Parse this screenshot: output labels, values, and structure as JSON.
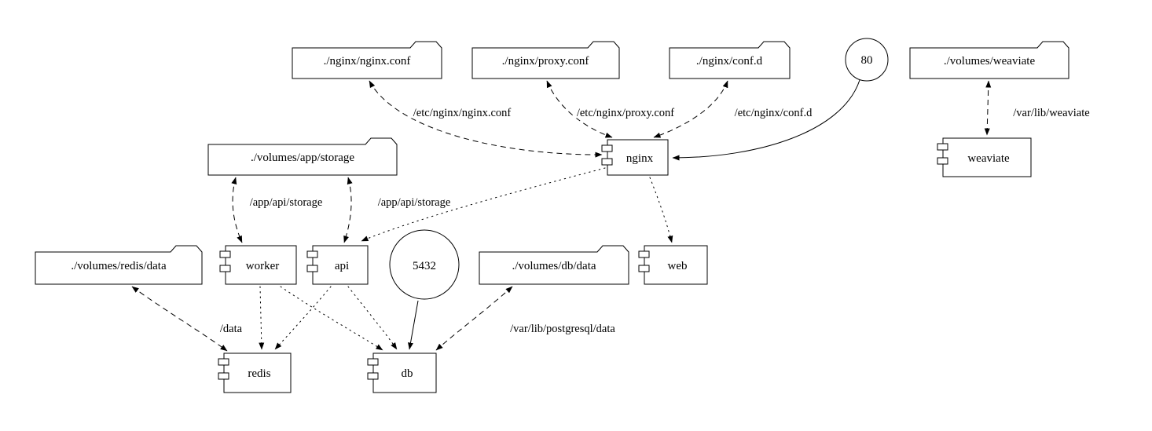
{
  "diagram": {
    "kind": "docker-compose service graph",
    "nodes": {
      "nginx_conf": {
        "label": "./nginx/nginx.conf",
        "type": "volume"
      },
      "proxy_conf": {
        "label": "./nginx/proxy.conf",
        "type": "volume"
      },
      "conf_d": {
        "label": "./nginx/conf.d",
        "type": "volume"
      },
      "port_80": {
        "label": "80",
        "type": "port"
      },
      "volumes_weaviate": {
        "label": "./volumes/weaviate",
        "type": "volume"
      },
      "app_storage": {
        "label": "./volumes/app/storage",
        "type": "volume"
      },
      "nginx": {
        "label": "nginx",
        "type": "service"
      },
      "weaviate": {
        "label": "weaviate",
        "type": "service"
      },
      "redis_data": {
        "label": "./volumes/redis/data",
        "type": "volume"
      },
      "worker": {
        "label": "worker",
        "type": "service"
      },
      "api": {
        "label": "api",
        "type": "service"
      },
      "port_5432": {
        "label": "5432",
        "type": "port"
      },
      "db_data": {
        "label": "./volumes/db/data",
        "type": "volume"
      },
      "web": {
        "label": "web",
        "type": "service"
      },
      "redis": {
        "label": "redis",
        "type": "service"
      },
      "db": {
        "label": "db",
        "type": "service"
      }
    },
    "edges": {
      "mount_nginx_conf": {
        "from": "nginx",
        "to": "nginx_conf",
        "label": "/etc/nginx/nginx.conf",
        "style": "dashed",
        "dir": "both"
      },
      "mount_proxy_conf": {
        "from": "nginx",
        "to": "proxy_conf",
        "label": "/etc/nginx/proxy.conf",
        "style": "dashed",
        "dir": "both"
      },
      "mount_conf_d": {
        "from": "nginx",
        "to": "conf_d",
        "label": "/etc/nginx/conf.d",
        "style": "dashed",
        "dir": "both"
      },
      "port_80_nginx": {
        "from": "port_80",
        "to": "nginx",
        "label": "",
        "style": "solid",
        "dir": "forward"
      },
      "mount_weaviate": {
        "from": "weaviate",
        "to": "volumes_weaviate",
        "label": "/var/lib/weaviate",
        "style": "dashed",
        "dir": "both"
      },
      "mount_worker_storage": {
        "from": "worker",
        "to": "app_storage",
        "label": "/app/api/storage",
        "style": "dashed",
        "dir": "both"
      },
      "mount_api_storage": {
        "from": "api",
        "to": "app_storage",
        "label": "/app/api/storage",
        "style": "dashed",
        "dir": "both"
      },
      "dep_nginx_api": {
        "from": "nginx",
        "to": "api",
        "label": "",
        "style": "dotted",
        "dir": "forward"
      },
      "dep_nginx_web": {
        "from": "nginx",
        "to": "web",
        "label": "",
        "style": "dotted",
        "dir": "forward"
      },
      "dep_worker_redis": {
        "from": "worker",
        "to": "redis",
        "label": "",
        "style": "dotted",
        "dir": "forward"
      },
      "dep_worker_db": {
        "from": "worker",
        "to": "db",
        "label": "",
        "style": "dotted",
        "dir": "forward"
      },
      "dep_api_redis": {
        "from": "api",
        "to": "redis",
        "label": "",
        "style": "dotted",
        "dir": "forward"
      },
      "dep_api_db": {
        "from": "api",
        "to": "db",
        "label": "",
        "style": "dotted",
        "dir": "forward"
      },
      "port_5432_db": {
        "from": "port_5432",
        "to": "db",
        "label": "",
        "style": "solid",
        "dir": "forward"
      },
      "mount_redis_data": {
        "from": "redis",
        "to": "redis_data",
        "label": "/data",
        "style": "dashed",
        "dir": "both"
      },
      "mount_db_data": {
        "from": "db",
        "to": "db_data",
        "label": "/var/lib/postgresql/data",
        "style": "dashed",
        "dir": "both"
      }
    }
  }
}
